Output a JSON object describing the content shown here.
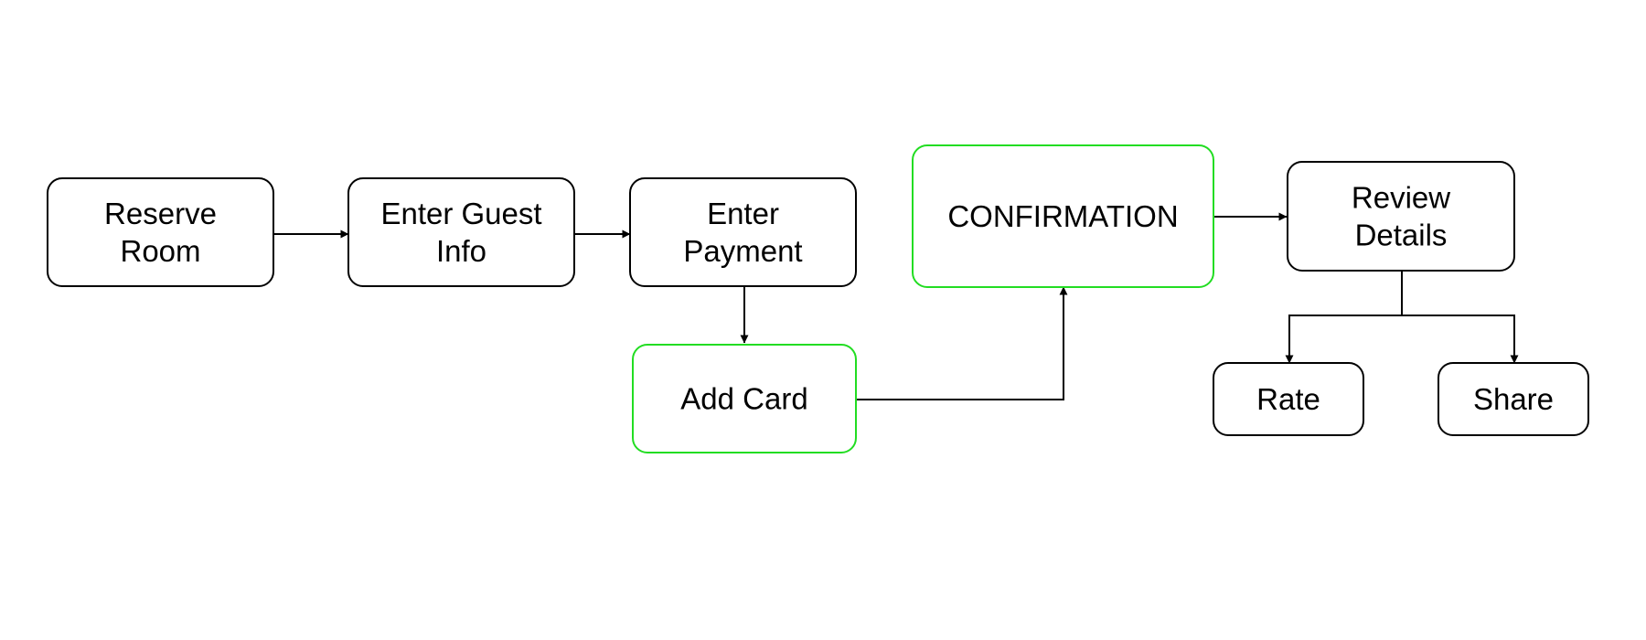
{
  "colors": {
    "default_border": "#000000",
    "highlight_border": "#22dd22",
    "edge": "#000000",
    "background": "#ffffff"
  },
  "nodes": {
    "reserve_room": {
      "lines": [
        "Reserve",
        "Room"
      ],
      "highlight": false
    },
    "enter_guest_info": {
      "lines": [
        "Enter Guest",
        "Info"
      ],
      "highlight": false
    },
    "enter_payment": {
      "lines": [
        "Enter",
        "Payment"
      ],
      "highlight": false
    },
    "add_card": {
      "lines": [
        "Add Card"
      ],
      "highlight": true
    },
    "confirmation": {
      "lines": [
        "CONFIRMATION"
      ],
      "highlight": true
    },
    "review_details": {
      "lines": [
        "Review",
        "Details"
      ],
      "highlight": false
    },
    "rate": {
      "lines": [
        "Rate"
      ],
      "highlight": false
    },
    "share": {
      "lines": [
        "Share"
      ],
      "highlight": false
    }
  },
  "edges": [
    {
      "from": "reserve_room",
      "to": "enter_guest_info"
    },
    {
      "from": "enter_guest_info",
      "to": "enter_payment"
    },
    {
      "from": "enter_payment",
      "to": "add_card"
    },
    {
      "from": "add_card",
      "to": "confirmation"
    },
    {
      "from": "confirmation",
      "to": "review_details"
    },
    {
      "from": "review_details",
      "to": "rate"
    },
    {
      "from": "review_details",
      "to": "share"
    }
  ]
}
